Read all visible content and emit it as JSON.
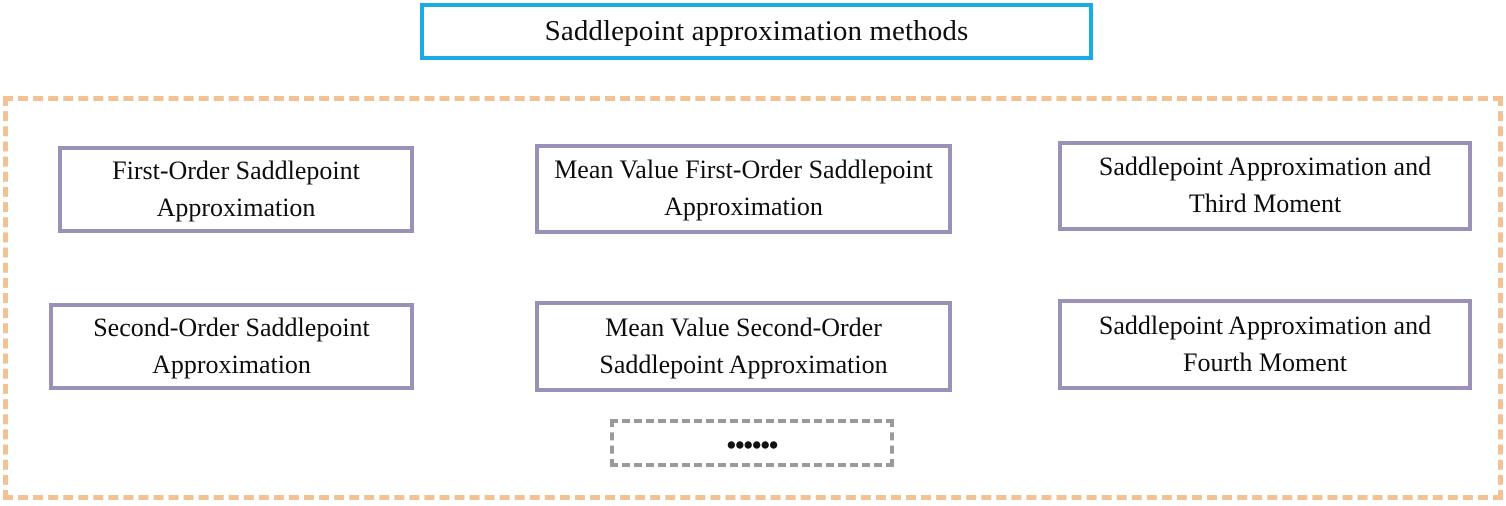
{
  "diagram": {
    "title_box": {
      "label": "Saddlepoint approximation methods",
      "border_color": "#17ace3"
    },
    "group_container": {
      "border_color": "#f3c294",
      "border_style": "dashed"
    },
    "box_border_color": "#9b91b8",
    "methods": [
      {
        "id": "first-order",
        "label": "First-Order Saddlepoint Approximation"
      },
      {
        "id": "mv-first-order",
        "label": "Mean Value First-Order Saddlepoint Approximation"
      },
      {
        "id": "third-moment",
        "label": "Saddlepoint Approximation and Third Moment"
      },
      {
        "id": "second-order",
        "label": "Second-Order Saddlepoint Approximation"
      },
      {
        "id": "mv-second-order",
        "label": "Mean Value Second-Order Saddlepoint Approximation"
      },
      {
        "id": "fourth-moment",
        "label": "Saddlepoint Approximation and Fourth Moment"
      }
    ],
    "ellipsis_box": {
      "label": "••••••",
      "border_color": "#9a9a9a",
      "border_style": "dashed"
    }
  }
}
